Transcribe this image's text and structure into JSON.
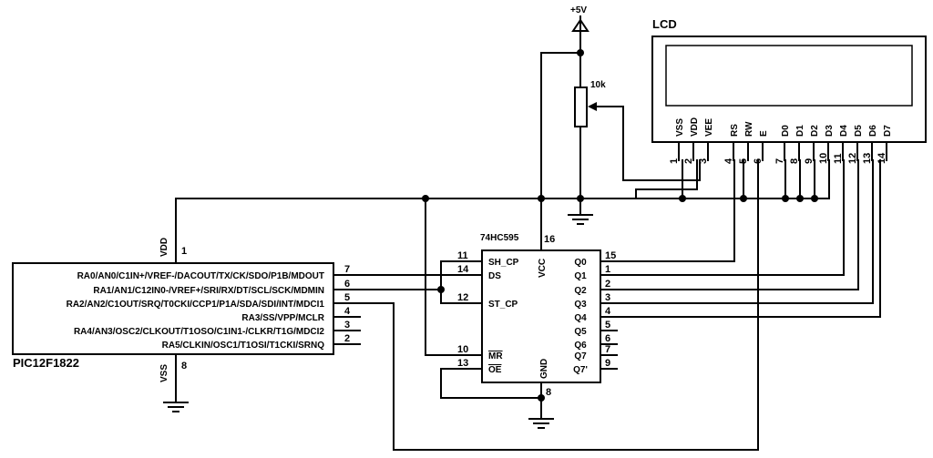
{
  "supply": {
    "label": "+5V"
  },
  "lcd": {
    "title": "LCD",
    "pins": [
      {
        "name": "VSS",
        "num": "1"
      },
      {
        "name": "VDD",
        "num": "2"
      },
      {
        "name": "VEE",
        "num": "3"
      },
      {
        "name": "RS",
        "num": "4"
      },
      {
        "name": "RW",
        "num": "5"
      },
      {
        "name": "E",
        "num": "6"
      },
      {
        "name": "D0",
        "num": "7"
      },
      {
        "name": "D1",
        "num": "8"
      },
      {
        "name": "D2",
        "num": "9"
      },
      {
        "name": "D3",
        "num": "10"
      },
      {
        "name": "D4",
        "num": "11"
      },
      {
        "name": "D5",
        "num": "12"
      },
      {
        "name": "D6",
        "num": "13"
      },
      {
        "name": "D7",
        "num": "14"
      }
    ]
  },
  "pot": {
    "label": "10k"
  },
  "mcu": {
    "name": "PIC12F1822",
    "vdd_label": "VDD",
    "vdd_pin": "1",
    "vss_label": "VSS",
    "vss_pin": "8",
    "pins": [
      {
        "label": "RA0/AN0/C1IN+/VREF-/DACOUT/TX/CK/SDO/P1B/MDOUT",
        "num": "7"
      },
      {
        "label": "RA1/AN1/C12IN0-/VREF+/SRI/RX/DT/SCL/SCK/MDMIN",
        "num": "6"
      },
      {
        "label": "RA2/AN2/C1OUT/SRQ/T0CKI/CCP1/P1A/SDA/SDI/INT/MDCI1",
        "num": "5"
      },
      {
        "label": "RA3/SS/VPP/MCLR",
        "num": "4"
      },
      {
        "label": "RA4/AN3/OSC2/CLKOUT/T1OSO/C1IN1-/CLKR/T1G/MDCI2",
        "num": "3"
      },
      {
        "label": "RA5/CLKIN/OSC1/T1OSI/T1CKI/SRNQ",
        "num": "2"
      }
    ]
  },
  "shift_register": {
    "name": "74HC595",
    "vcc_label": "VCC",
    "vcc_pin": "16",
    "gnd_label": "GND",
    "gnd_pin": "8",
    "left_pins": [
      {
        "label": "SH_CP",
        "num": "11"
      },
      {
        "label": "DS",
        "num": "14"
      },
      {
        "label": "ST_CP",
        "num": "12"
      },
      {
        "label": "MR",
        "num": "10"
      },
      {
        "label": "OE",
        "num": "13"
      }
    ],
    "right_pins": [
      {
        "label": "Q0",
        "num": "15"
      },
      {
        "label": "Q1",
        "num": "1"
      },
      {
        "label": "Q2",
        "num": "2"
      },
      {
        "label": "Q3",
        "num": "3"
      },
      {
        "label": "Q4",
        "num": "4"
      },
      {
        "label": "Q5",
        "num": "5"
      },
      {
        "label": "Q6",
        "num": "6"
      },
      {
        "label": "Q7",
        "num": "7"
      },
      {
        "label": "Q7'",
        "num": "9"
      }
    ]
  }
}
